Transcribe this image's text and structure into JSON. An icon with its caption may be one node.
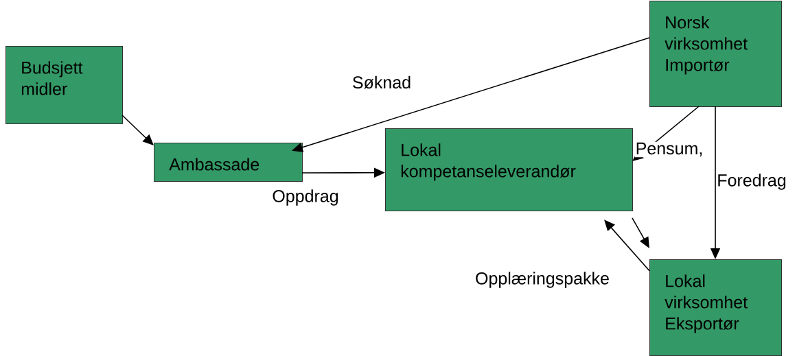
{
  "diagram": {
    "nodes": [
      {
        "text": [
          "Budsjett midler"
        ]
      },
      {
        "text": [
          "Norsk virksomhet Importør"
        ]
      },
      {
        "text": [
          "Ambassade"
        ]
      },
      {
        "text": [
          "Lokal kompetanseleverandør"
        ]
      },
      {
        "text": [
          "Lokal virksomhet Eksportør"
        ]
      }
    ],
    "edges": [
      {
        "from": 0,
        "to": 2,
        "arrow": "to"
      },
      {
        "from": 1,
        "to": 2,
        "arrow": "to",
        "label": "Søknad"
      },
      {
        "from": 2,
        "to": 3,
        "arrow": "to",
        "label": "Oppdrag"
      },
      {
        "from": 1,
        "to": 3,
        "arrow": "to",
        "label": "Pensum,"
      },
      {
        "from": 1,
        "to": 4,
        "arrow": "to",
        "label": "Foredrag"
      },
      {
        "from": 3,
        "to": 4,
        "arrow": "to"
      },
      {
        "from": 4,
        "to": 3,
        "arrow": "to",
        "label": "Opplæringspakke"
      }
    ]
  }
}
